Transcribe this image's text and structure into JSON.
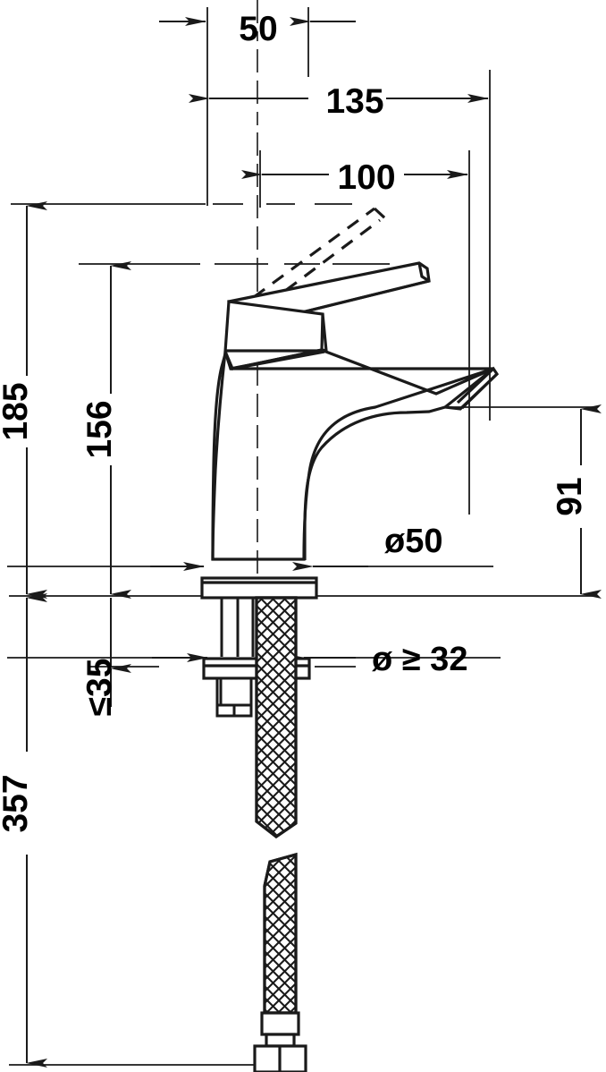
{
  "drawing": {
    "title": "Single-lever basin mixer dimensional drawing",
    "units": "mm",
    "line_color": "#1a1a1a",
    "text_color": "#000000",
    "background_color": "#ffffff"
  },
  "dimensions": {
    "spout_offset_top": {
      "label": "50",
      "value": 50,
      "orientation": "horizontal",
      "description": "Distance from mounting axis to handle pivot"
    },
    "overall_depth": {
      "label": "135",
      "value": 135,
      "orientation": "horizontal",
      "description": "Overall projection from mounting axis"
    },
    "spout_reach": {
      "label": "100",
      "value": 100,
      "orientation": "horizontal",
      "description": "Spout reach"
    },
    "handle_up_height": {
      "label": "185",
      "value": 185,
      "orientation": "vertical",
      "description": "Overall height with lever raised"
    },
    "body_height": {
      "label": "156",
      "value": 156,
      "orientation": "vertical",
      "description": "Height to top of lever"
    },
    "counter_thickness": {
      "label": "≤35",
      "value": 35,
      "orientation": "vertical",
      "description": "Maximum counter / basin thickness"
    },
    "total_length": {
      "label": "357",
      "value": 357,
      "orientation": "vertical",
      "description": "Total length including supply hoses"
    },
    "spout_height": {
      "label": "91",
      "value": 91,
      "orientation": "vertical",
      "description": "Spout outlet height above mounting surface"
    },
    "base_diameter": {
      "label": "ø50",
      "value": 50,
      "orientation": "horizontal",
      "description": "Base escutcheon diameter"
    },
    "hole_diameter": {
      "label": "ø ≥ 32",
      "value": 32,
      "orientation": "horizontal",
      "description": "Required mounting hole diameter"
    }
  },
  "parts": [
    {
      "name": "lever-handle",
      "description": "Single lever handle shown in down position"
    },
    {
      "name": "lever-handle-raised",
      "description": "Lever handle shown raised, dashed outline"
    },
    {
      "name": "faucet-body",
      "description": "Tapered faucet body column"
    },
    {
      "name": "spout-outlet",
      "description": "Angled spout outlet with aerator"
    },
    {
      "name": "base-escutcheon",
      "description": "Round mounting base flange"
    },
    {
      "name": "threaded-shank",
      "description": "Threaded mounting shank below counter"
    },
    {
      "name": "mounting-washer",
      "description": "Mounting washer and nut assembly"
    },
    {
      "name": "supply-hose-attached",
      "description": "Braided flexible supply hose, attached"
    },
    {
      "name": "supply-hose-loose",
      "description": "Second braided flexible supply hose"
    },
    {
      "name": "hose-hex-nut",
      "description": "Hex connection nut at hose end"
    }
  ]
}
